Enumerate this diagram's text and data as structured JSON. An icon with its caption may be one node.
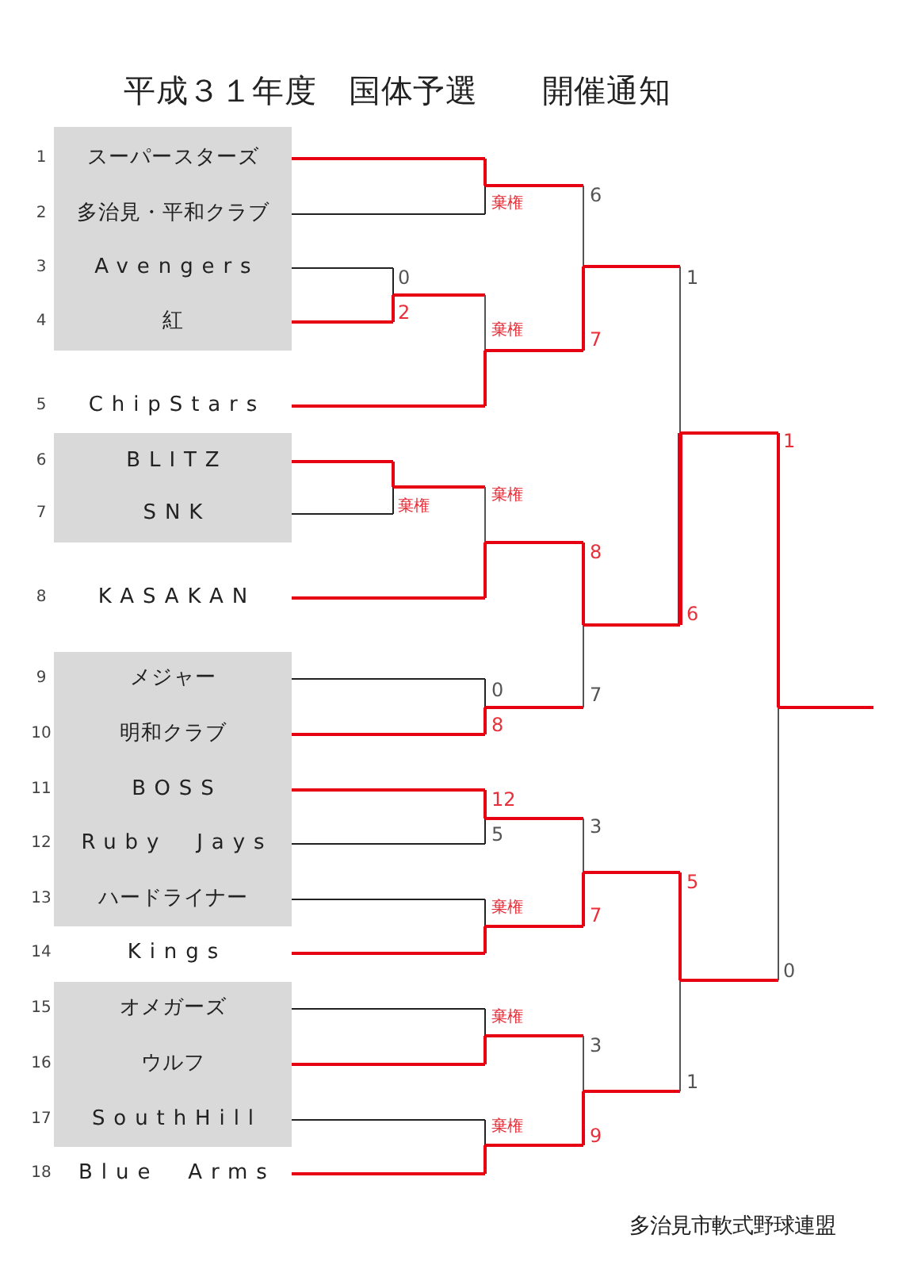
{
  "diagram": {
    "title": "平成３１年度　国体予選　　開催通知",
    "nodes": [
      {
        "text": [
          "スーパースターズ",
          "多治見・平和クラブ",
          "Avengers",
          "紅"
        ]
      },
      {
        "text": [
          "BLITZ",
          "SNK"
        ]
      },
      {
        "text": [
          "メジャー",
          "明和クラブ",
          "BOSS",
          "Ruby　Jays",
          "ハードライナー"
        ]
      },
      {
        "text": [
          "オメガーズ",
          "ウルフ",
          "SouthHill"
        ]
      }
    ],
    "labels": [
      "1",
      "2",
      "3",
      "4",
      "5",
      "ChipStars",
      "6",
      "7",
      "8",
      "KASAKAN",
      "9",
      "10",
      "11",
      "12",
      "13",
      "14",
      "Kings",
      "15",
      "16",
      "17",
      "18",
      "Blue　Arms",
      "6",
      "棄権",
      "0",
      "1",
      "2",
      "棄権",
      "7",
      "1",
      "棄権",
      "棄権",
      "8",
      "6",
      "0",
      "7",
      "8",
      "12",
      "3",
      "5",
      "5",
      "棄権",
      "7",
      "0",
      "棄権",
      "3",
      "1",
      "棄権",
      "9",
      "多治見市軟式野球連盟"
    ]
  }
}
